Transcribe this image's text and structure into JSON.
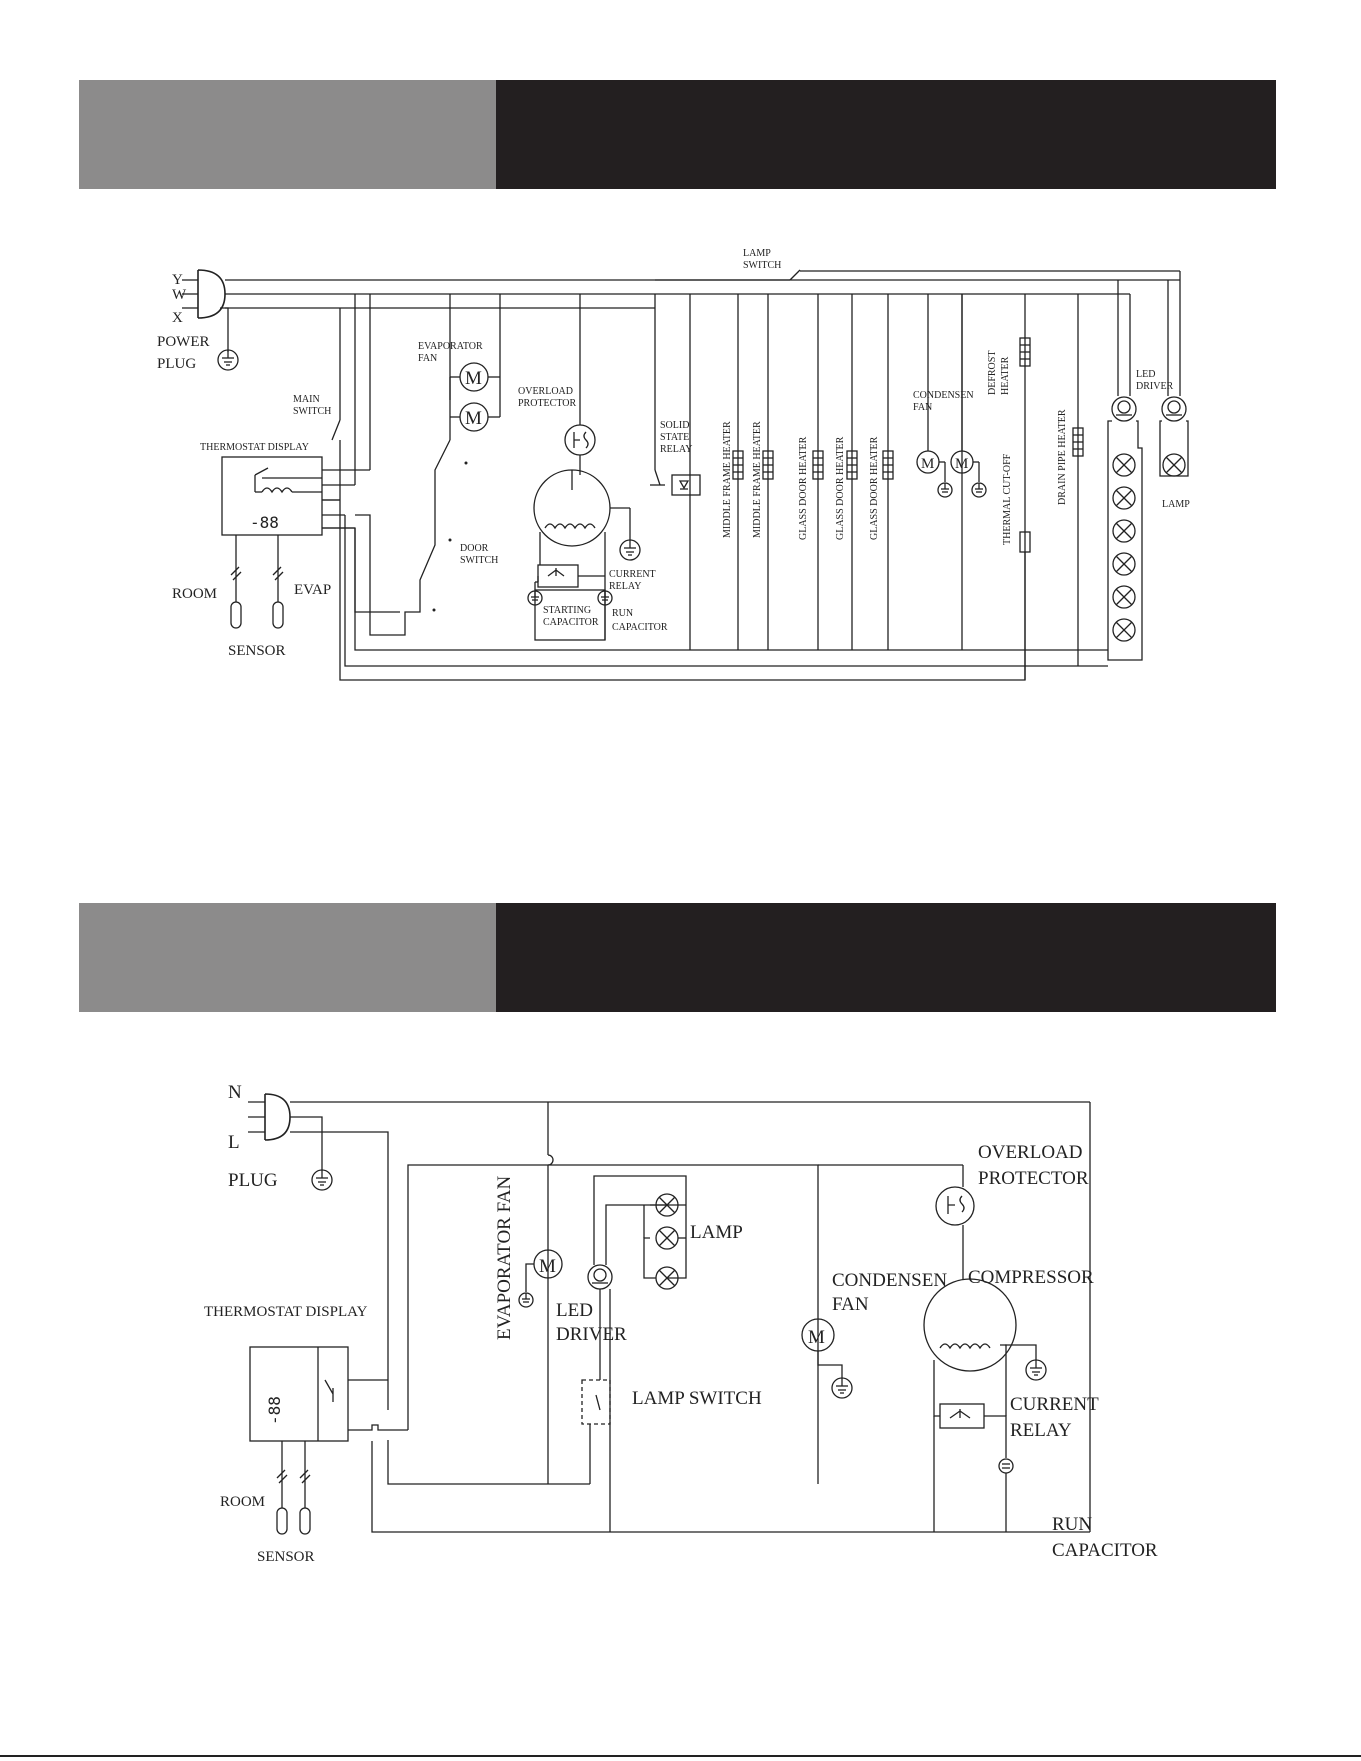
{
  "diagram1": {
    "plug_y": "Y",
    "plug_w": "W",
    "plug_x": "X",
    "power_plug": [
      "POWER",
      "PLUG"
    ],
    "main_switch": [
      "MAIN",
      "SWITCH"
    ],
    "thermostat_display": "THERMOSTAT DISPLAY",
    "display_digits": "-88",
    "room": "ROOM",
    "evap": "EVAP",
    "sensor": "SENSOR",
    "evaporator_fan": [
      "EVAPORATOR",
      "FAN"
    ],
    "door_switch": [
      "DOOR",
      "SWITCH"
    ],
    "overload_protector": [
      "OVERLOAD",
      "PROTECTOR"
    ],
    "current_relay": [
      "CURRENT",
      "RELAY"
    ],
    "starting_capacitor": [
      "STARTING",
      "CAPACITOR"
    ],
    "run_capacitor": [
      "RUN",
      "CAPACITOR"
    ],
    "solid_state_relay": [
      "SOLID",
      "STATE",
      "RELAY"
    ],
    "lamp_switch": [
      "LAMP",
      "SWITCH"
    ],
    "middle_frame_heater": "MIDDLE FRAME HEATER",
    "glass_door_heater": "GLASS DOOR HEATER",
    "condensen_fan": [
      "CONDENSEN",
      "FAN"
    ],
    "defrost_heater": [
      "DEFROST",
      "HEATER"
    ],
    "thermal_cut_off": "THERMAL CUT-OFF",
    "drain_pipe_heater": "DRAIN PIPE HEATER",
    "led_driver": [
      "LED",
      "DRIVER"
    ],
    "lamp": "LAMP",
    "motor_symbol": "M"
  },
  "diagram2": {
    "plug_n": "N",
    "plug_l": "L",
    "plug": "PLUG",
    "thermostat_display": "THERMOSTAT DISPLAY",
    "display_digits": "-88",
    "room": "ROOM",
    "sensor": "SENSOR",
    "evaporator_fan": "EVAPORATOR FAN",
    "led_driver": [
      "LED",
      "DRIVER"
    ],
    "lamp": "LAMP",
    "lamp_switch": "LAMP SWITCH",
    "condensen_fan": [
      "CONDENSEN",
      "FAN"
    ],
    "overload_protector": [
      "OVERLOAD",
      "PROTECTOR"
    ],
    "compressor": "COMPRESSOR",
    "current_relay": [
      "CURRENT",
      "RELAY"
    ],
    "run_capacitor": [
      "RUN",
      "CAPACITOR"
    ],
    "motor_symbol": "M"
  }
}
